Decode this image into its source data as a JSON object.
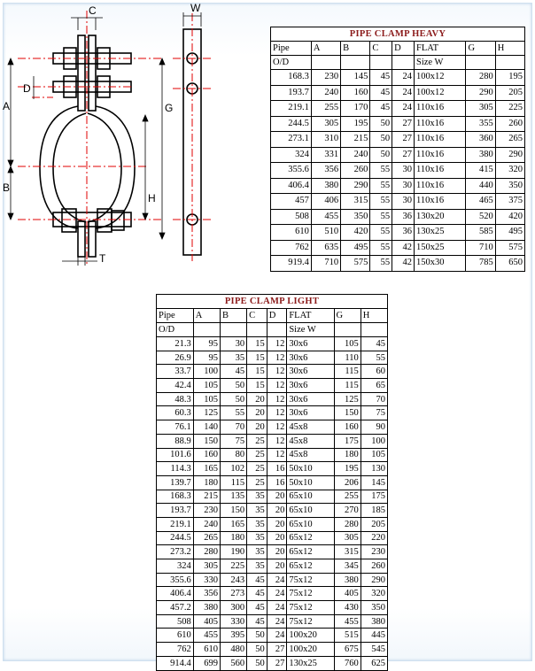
{
  "drawing": {
    "labels": {
      "c": "C",
      "w": "W",
      "a": "A",
      "d": "D",
      "b": "B",
      "g": "G",
      "h": "H",
      "t": "T"
    }
  },
  "heavy": {
    "title": "PIPE CLAMP HEAVY",
    "header1": [
      "Pipe",
      "A",
      "B",
      "C",
      "D",
      "FLAT",
      "G",
      "H"
    ],
    "header2": [
      "O/D",
      "",
      "",
      "",
      "",
      "Size W",
      "",
      ""
    ],
    "rows": [
      [
        "168.3",
        "230",
        "145",
        "45",
        "24",
        "100x12",
        "280",
        "195"
      ],
      [
        "193.7",
        "240",
        "160",
        "45",
        "24",
        "100x12",
        "290",
        "205"
      ],
      [
        "219.1",
        "255",
        "170",
        "45",
        "24",
        "110x16",
        "305",
        "225"
      ],
      [
        "244.5",
        "305",
        "195",
        "50",
        "27",
        "110x16",
        "355",
        "260"
      ],
      [
        "273.1",
        "310",
        "215",
        "50",
        "27",
        "110x16",
        "360",
        "265"
      ],
      [
        "324",
        "331",
        "240",
        "50",
        "27",
        "110x16",
        "380",
        "290"
      ],
      [
        "355.6",
        "356",
        "260",
        "55",
        "30",
        "110x16",
        "415",
        "320"
      ],
      [
        "406.4",
        "380",
        "290",
        "55",
        "30",
        "110x16",
        "440",
        "350"
      ],
      [
        "457",
        "406",
        "315",
        "55",
        "30",
        "110x16",
        "465",
        "375"
      ],
      [
        "508",
        "455",
        "350",
        "55",
        "36",
        "130x20",
        "520",
        "420"
      ],
      [
        "610",
        "510",
        "420",
        "55",
        "36",
        "130x25",
        "585",
        "495"
      ],
      [
        "762",
        "635",
        "495",
        "55",
        "42",
        "150x25",
        "710",
        "575"
      ],
      [
        "919.4",
        "710",
        "575",
        "55",
        "42",
        "150x30",
        "785",
        "650"
      ]
    ]
  },
  "light": {
    "title": "PIPE CLAMP LIGHT",
    "header1": [
      "Pipe",
      "A",
      "B",
      "C",
      "D",
      "FLAT",
      "G",
      "H"
    ],
    "header2": [
      "O/D",
      "",
      "",
      "",
      "",
      "Size W",
      "",
      ""
    ],
    "rows": [
      [
        "21.3",
        "95",
        "30",
        "15",
        "12",
        "30x6",
        "105",
        "45"
      ],
      [
        "26.9",
        "95",
        "35",
        "15",
        "12",
        "30x6",
        "110",
        "55"
      ],
      [
        "33.7",
        "100",
        "45",
        "15",
        "12",
        "30x6",
        "115",
        "60"
      ],
      [
        "42.4",
        "105",
        "50",
        "15",
        "12",
        "30x6",
        "115",
        "65"
      ],
      [
        "48.3",
        "105",
        "50",
        "20",
        "12",
        "30x6",
        "125",
        "70"
      ],
      [
        "60.3",
        "125",
        "55",
        "20",
        "12",
        "30x6",
        "150",
        "75"
      ],
      [
        "76.1",
        "140",
        "70",
        "20",
        "12",
        "45x8",
        "160",
        "90"
      ],
      [
        "88.9",
        "150",
        "75",
        "25",
        "12",
        "45x8",
        "175",
        "100"
      ],
      [
        "101.6",
        "160",
        "80",
        "25",
        "12",
        "45x8",
        "180",
        "105"
      ],
      [
        "114.3",
        "165",
        "102",
        "25",
        "16",
        "50x10",
        "195",
        "130"
      ],
      [
        "139.7",
        "180",
        "115",
        "25",
        "16",
        "50x10",
        "206",
        "145"
      ],
      [
        "168.3",
        "215",
        "135",
        "35",
        "20",
        "65x10",
        "255",
        "175"
      ],
      [
        "193.7",
        "230",
        "150",
        "35",
        "20",
        "65x10",
        "270",
        "185"
      ],
      [
        "219.1",
        "240",
        "165",
        "35",
        "20",
        "65x10",
        "280",
        "205"
      ],
      [
        "244.5",
        "265",
        "180",
        "35",
        "20",
        "65x12",
        "305",
        "220"
      ],
      [
        "273.2",
        "280",
        "190",
        "35",
        "20",
        "65x12",
        "315",
        "230"
      ],
      [
        "324",
        "305",
        "225",
        "35",
        "20",
        "65x12",
        "345",
        "260"
      ],
      [
        "355.6",
        "330",
        "243",
        "45",
        "24",
        "75x12",
        "380",
        "290"
      ],
      [
        "406.4",
        "356",
        "273",
        "45",
        "24",
        "75x12",
        "405",
        "320"
      ],
      [
        "457.2",
        "380",
        "300",
        "45",
        "24",
        "75x12",
        "430",
        "350"
      ],
      [
        "508",
        "405",
        "330",
        "45",
        "24",
        "75x12",
        "455",
        "380"
      ],
      [
        "610",
        "455",
        "395",
        "50",
        "24",
        "100x20",
        "515",
        "445"
      ],
      [
        "762",
        "610",
        "480",
        "50",
        "27",
        "100x20",
        "675",
        "545"
      ],
      [
        "914.4",
        "699",
        "560",
        "50",
        "27",
        "130x25",
        "760",
        "625"
      ]
    ]
  }
}
